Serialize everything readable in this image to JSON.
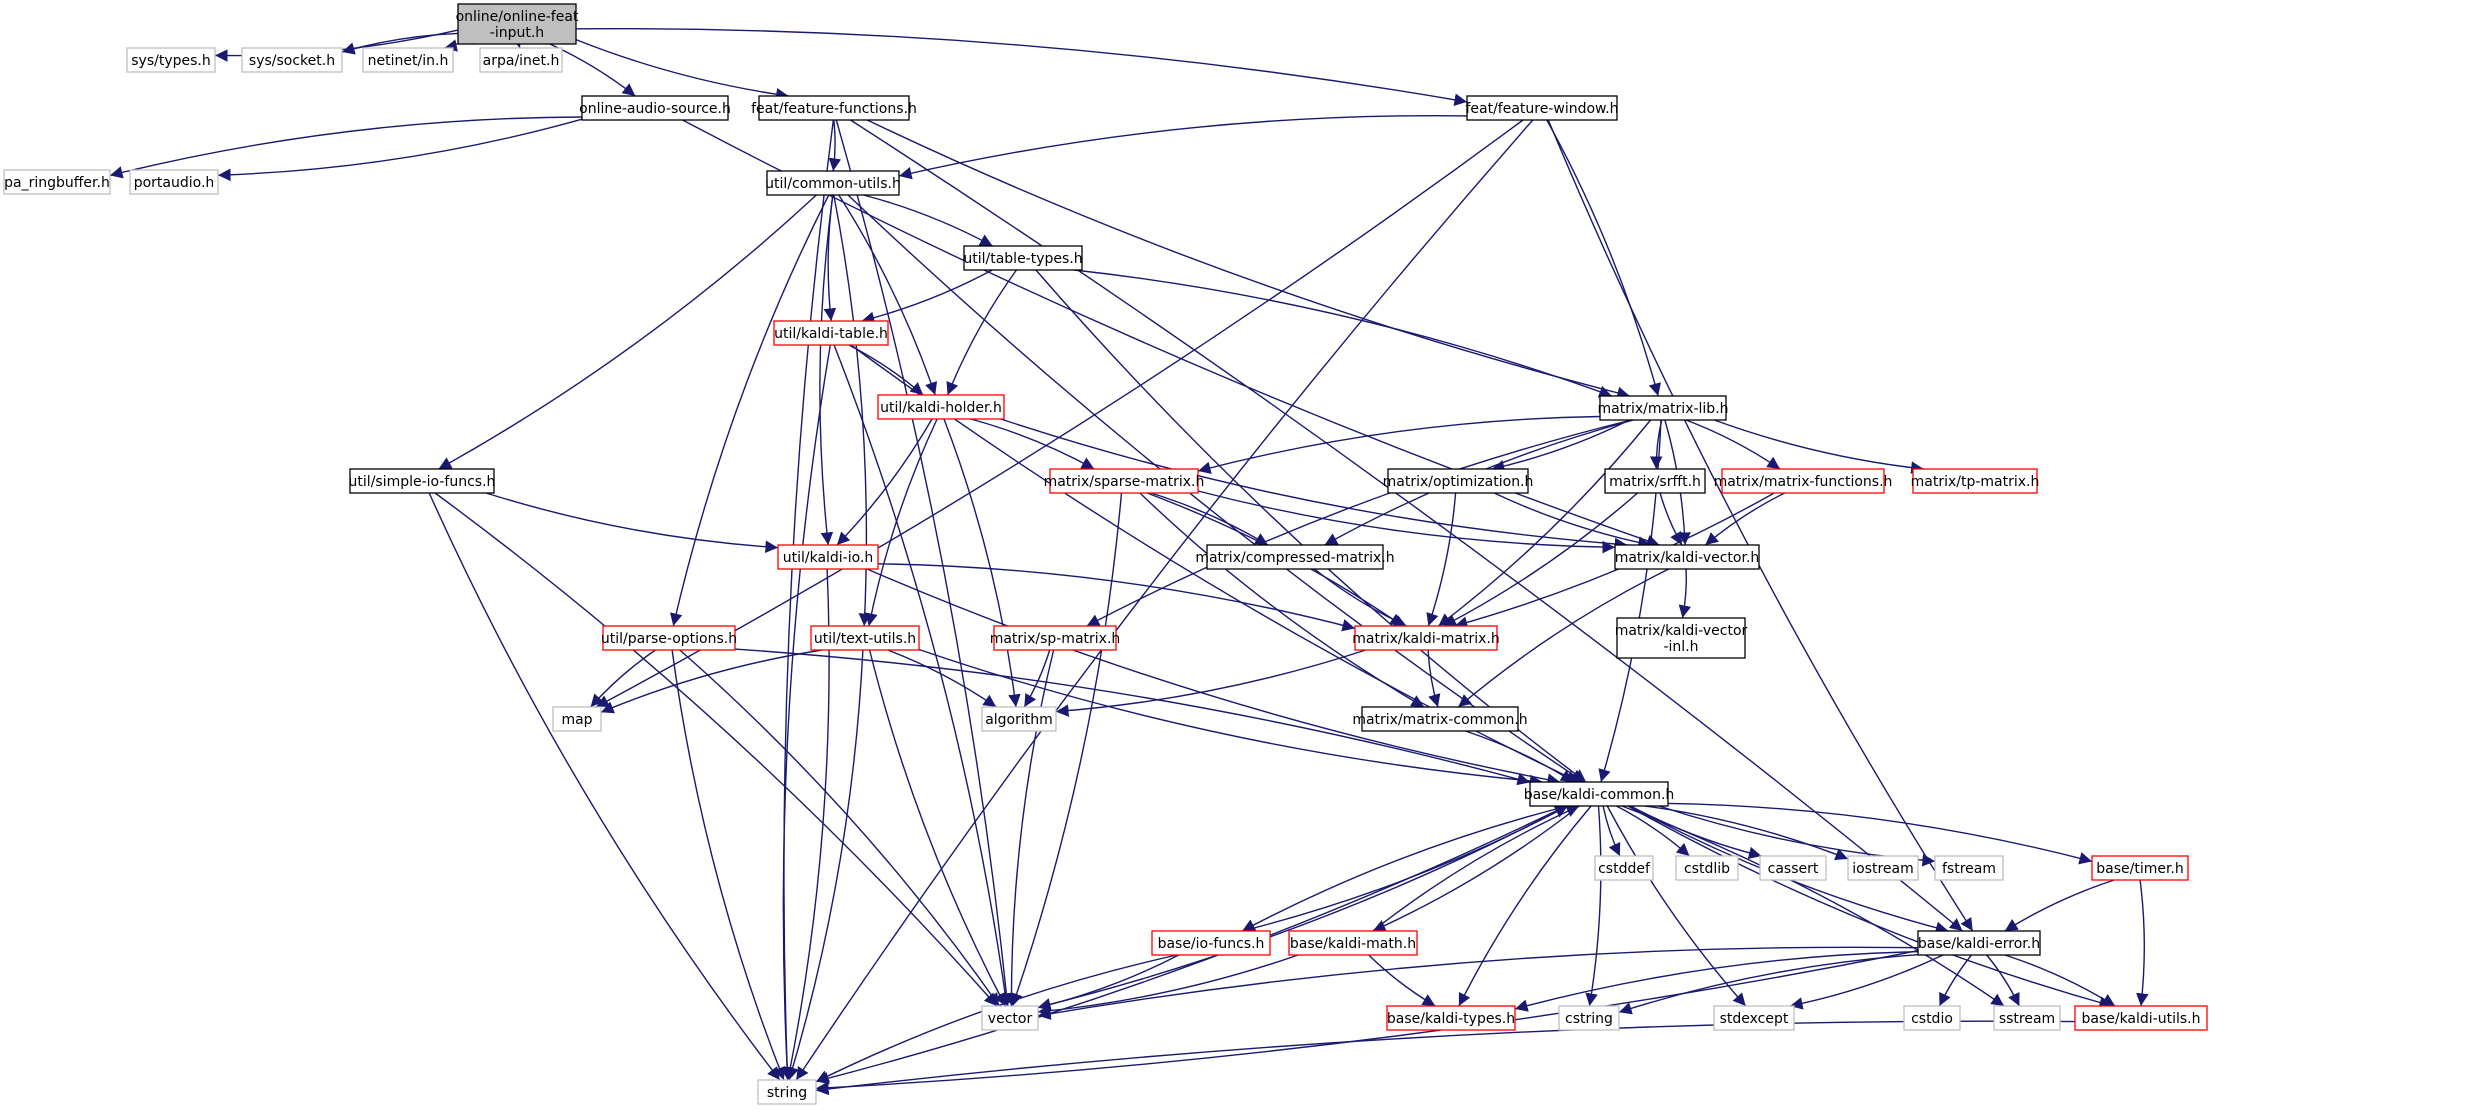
{
  "nodes": [
    {
      "id": "root",
      "label": "online/online-feat\n-input.h",
      "style": "root"
    },
    {
      "id": "sys_types",
      "label": "sys/types.h",
      "style": "missing"
    },
    {
      "id": "sys_socket",
      "label": "sys/socket.h",
      "style": "missing"
    },
    {
      "id": "netinet_in",
      "label": "netinet/in.h",
      "style": "missing"
    },
    {
      "id": "arpa_inet",
      "label": "arpa/inet.h",
      "style": "missing"
    },
    {
      "id": "online_audio",
      "label": "online-audio-source.h",
      "style": "normal"
    },
    {
      "id": "feat_functions",
      "label": "feat/feature-functions.h",
      "style": "normal"
    },
    {
      "id": "feat_window",
      "label": "feat/feature-window.h",
      "style": "normal"
    },
    {
      "id": "pa_ringbuffer",
      "label": "pa_ringbuffer.h",
      "style": "missing"
    },
    {
      "id": "portaudio",
      "label": "portaudio.h",
      "style": "missing"
    },
    {
      "id": "common_utils",
      "label": "util/common-utils.h",
      "style": "normal"
    },
    {
      "id": "table_types",
      "label": "util/table-types.h",
      "style": "normal"
    },
    {
      "id": "kaldi_table",
      "label": "util/kaldi-table.h",
      "style": "truncated"
    },
    {
      "id": "kaldi_holder",
      "label": "util/kaldi-holder.h",
      "style": "truncated"
    },
    {
      "id": "matrix_lib",
      "label": "matrix/matrix-lib.h",
      "style": "normal"
    },
    {
      "id": "simple_io",
      "label": "util/simple-io-funcs.h",
      "style": "normal"
    },
    {
      "id": "sparse_matrix",
      "label": "matrix/sparse-matrix.h",
      "style": "truncated"
    },
    {
      "id": "optimization",
      "label": "matrix/optimization.h",
      "style": "normal"
    },
    {
      "id": "srfft",
      "label": "matrix/srfft.h",
      "style": "normal"
    },
    {
      "id": "matrix_functions",
      "label": "matrix/matrix-functions.h",
      "style": "truncated"
    },
    {
      "id": "tp_matrix",
      "label": "matrix/tp-matrix.h",
      "style": "truncated"
    },
    {
      "id": "kaldi_io",
      "label": "util/kaldi-io.h",
      "style": "truncated"
    },
    {
      "id": "compressed_matrix",
      "label": "matrix/compressed-matrix.h",
      "style": "normal"
    },
    {
      "id": "kaldi_vector",
      "label": "matrix/kaldi-vector.h",
      "style": "normal"
    },
    {
      "id": "parse_options",
      "label": "util/parse-options.h",
      "style": "truncated"
    },
    {
      "id": "text_utils",
      "label": "util/text-utils.h",
      "style": "truncated"
    },
    {
      "id": "sp_matrix",
      "label": "matrix/sp-matrix.h",
      "style": "truncated"
    },
    {
      "id": "kaldi_matrix",
      "label": "matrix/kaldi-matrix.h",
      "style": "truncated"
    },
    {
      "id": "kaldi_vector_inl",
      "label": "matrix/kaldi-vector\n-inl.h",
      "style": "normal"
    },
    {
      "id": "map",
      "label": "map",
      "style": "missing"
    },
    {
      "id": "algorithm",
      "label": "algorithm",
      "style": "missing"
    },
    {
      "id": "matrix_common",
      "label": "matrix/matrix-common.h",
      "style": "normal"
    },
    {
      "id": "kaldi_common",
      "label": "base/kaldi-common.h",
      "style": "normal"
    },
    {
      "id": "cstddef",
      "label": "cstddef",
      "style": "missing"
    },
    {
      "id": "cstdlib",
      "label": "cstdlib",
      "style": "missing"
    },
    {
      "id": "cassert",
      "label": "cassert",
      "style": "missing"
    },
    {
      "id": "iostream",
      "label": "iostream",
      "style": "missing"
    },
    {
      "id": "fstream",
      "label": "fstream",
      "style": "missing"
    },
    {
      "id": "timer",
      "label": "base/timer.h",
      "style": "truncated"
    },
    {
      "id": "io_funcs",
      "label": "base/io-funcs.h",
      "style": "truncated"
    },
    {
      "id": "kaldi_math",
      "label": "base/kaldi-math.h",
      "style": "truncated"
    },
    {
      "id": "kaldi_error",
      "label": "base/kaldi-error.h",
      "style": "normal"
    },
    {
      "id": "vector",
      "label": "vector",
      "style": "missing"
    },
    {
      "id": "kaldi_types",
      "label": "base/kaldi-types.h",
      "style": "truncated"
    },
    {
      "id": "cstring",
      "label": "cstring",
      "style": "missing"
    },
    {
      "id": "stdexcept",
      "label": "stdexcept",
      "style": "missing"
    },
    {
      "id": "cstdio",
      "label": "cstdio",
      "style": "missing"
    },
    {
      "id": "sstream",
      "label": "sstream",
      "style": "missing"
    },
    {
      "id": "kaldi_utils",
      "label": "base/kaldi-utils.h",
      "style": "truncated"
    },
    {
      "id": "string",
      "label": "string",
      "style": "missing"
    }
  ],
  "edges": [
    [
      "root",
      "sys_types"
    ],
    [
      "root",
      "sys_socket"
    ],
    [
      "root",
      "netinet_in"
    ],
    [
      "root",
      "arpa_inet"
    ],
    [
      "root",
      "online_audio"
    ],
    [
      "root",
      "feat_functions"
    ],
    [
      "root",
      "feat_window"
    ],
    [
      "online_audio",
      "pa_ringbuffer"
    ],
    [
      "online_audio",
      "portaudio"
    ],
    [
      "online_audio",
      "kaldi_vector"
    ],
    [
      "feat_functions",
      "common_utils"
    ],
    [
      "feat_functions",
      "matrix_lib"
    ],
    [
      "feat_functions",
      "kaldi_error"
    ],
    [
      "feat_functions",
      "string"
    ],
    [
      "feat_functions",
      "vector"
    ],
    [
      "feat_window",
      "common_utils"
    ],
    [
      "feat_window",
      "matrix_lib"
    ],
    [
      "feat_window",
      "kaldi_error"
    ],
    [
      "feat_window",
      "map"
    ],
    [
      "feat_window",
      "string"
    ],
    [
      "common_utils",
      "table_types"
    ],
    [
      "common_utils",
      "kaldi_table"
    ],
    [
      "common_utils",
      "kaldi_holder"
    ],
    [
      "common_utils",
      "kaldi_io"
    ],
    [
      "common_utils",
      "simple_io"
    ],
    [
      "common_utils",
      "parse_options"
    ],
    [
      "common_utils",
      "text_utils"
    ],
    [
      "common_utils",
      "kaldi_common"
    ],
    [
      "table_types",
      "kaldi_table"
    ],
    [
      "table_types",
      "kaldi_holder"
    ],
    [
      "table_types",
      "matrix_lib"
    ],
    [
      "table_types",
      "kaldi_common"
    ],
    [
      "kaldi_table",
      "kaldi_holder"
    ],
    [
      "kaldi_table",
      "kaldi_common"
    ],
    [
      "kaldi_table",
      "vector"
    ],
    [
      "kaldi_table",
      "string"
    ],
    [
      "kaldi_holder",
      "kaldi_io"
    ],
    [
      "kaldi_holder",
      "text_utils"
    ],
    [
      "kaldi_holder",
      "sparse_matrix"
    ],
    [
      "kaldi_holder",
      "kaldi_vector"
    ],
    [
      "kaldi_holder",
      "algorithm"
    ],
    [
      "matrix_lib",
      "sparse_matrix"
    ],
    [
      "matrix_lib",
      "optimization"
    ],
    [
      "matrix_lib",
      "srfft"
    ],
    [
      "matrix_lib",
      "matrix_functions"
    ],
    [
      "matrix_lib",
      "tp_matrix"
    ],
    [
      "matrix_lib",
      "kaldi_vector"
    ],
    [
      "matrix_lib",
      "compressed_matrix"
    ],
    [
      "matrix_lib",
      "kaldi_matrix"
    ],
    [
      "matrix_lib",
      "sp_matrix"
    ],
    [
      "matrix_lib",
      "kaldi_common"
    ],
    [
      "simple_io",
      "kaldi_io"
    ],
    [
      "simple_io",
      "vector"
    ],
    [
      "simple_io",
      "string"
    ],
    [
      "sparse_matrix",
      "compressed_matrix"
    ],
    [
      "sparse_matrix",
      "kaldi_vector"
    ],
    [
      "sparse_matrix",
      "kaldi_matrix"
    ],
    [
      "sparse_matrix",
      "matrix_common"
    ],
    [
      "sparse_matrix",
      "vector"
    ],
    [
      "optimization",
      "kaldi_vector"
    ],
    [
      "optimization",
      "kaldi_matrix"
    ],
    [
      "srfft",
      "kaldi_vector"
    ],
    [
      "srfft",
      "kaldi_matrix"
    ],
    [
      "matrix_functions",
      "kaldi_vector"
    ],
    [
      "matrix_functions",
      "kaldi_matrix"
    ],
    [
      "compressed_matrix",
      "kaldi_matrix"
    ],
    [
      "kaldi_vector",
      "kaldi_vector_inl"
    ],
    [
      "kaldi_vector",
      "matrix_common"
    ],
    [
      "kaldi_io",
      "kaldi_matrix"
    ],
    [
      "kaldi_io",
      "kaldi_common"
    ],
    [
      "kaldi_io",
      "string"
    ],
    [
      "parse_options",
      "map"
    ],
    [
      "parse_options",
      "vector"
    ],
    [
      "parse_options",
      "string"
    ],
    [
      "parse_options",
      "kaldi_common"
    ],
    [
      "text_utils",
      "map"
    ],
    [
      "text_utils",
      "algorithm"
    ],
    [
      "text_utils",
      "vector"
    ],
    [
      "text_utils",
      "string"
    ],
    [
      "text_utils",
      "kaldi_common"
    ],
    [
      "sp_matrix",
      "algorithm"
    ],
    [
      "sp_matrix",
      "vector"
    ],
    [
      "kaldi_matrix",
      "algorithm"
    ],
    [
      "kaldi_matrix",
      "matrix_common"
    ],
    [
      "matrix_common",
      "kaldi_common"
    ],
    [
      "kaldi_common",
      "cstddef"
    ],
    [
      "kaldi_common",
      "cstdlib"
    ],
    [
      "kaldi_common",
      "cassert"
    ],
    [
      "kaldi_common",
      "iostream"
    ],
    [
      "kaldi_common",
      "fstream"
    ],
    [
      "kaldi_common",
      "timer"
    ],
    [
      "kaldi_common",
      "io_funcs"
    ],
    [
      "kaldi_common",
      "kaldi_math"
    ],
    [
      "kaldi_common",
      "kaldi_error"
    ],
    [
      "kaldi_common",
      "vector"
    ],
    [
      "kaldi_common",
      "kaldi_types"
    ],
    [
      "kaldi_common",
      "cstring"
    ],
    [
      "kaldi_common",
      "stdexcept"
    ],
    [
      "kaldi_common",
      "sstream"
    ],
    [
      "kaldi_common",
      "kaldi_utils"
    ],
    [
      "kaldi_common",
      "string"
    ],
    [
      "timer",
      "kaldi_error"
    ],
    [
      "timer",
      "kaldi_utils"
    ],
    [
      "io_funcs",
      "kaldi_common"
    ],
    [
      "io_funcs",
      "vector"
    ],
    [
      "io_funcs",
      "string"
    ],
    [
      "kaldi_math",
      "kaldi_common"
    ],
    [
      "kaldi_math",
      "kaldi_types"
    ],
    [
      "kaldi_math",
      "vector"
    ],
    [
      "kaldi_error",
      "kaldi_types"
    ],
    [
      "kaldi_error",
      "kaldi_utils"
    ],
    [
      "kaldi_error",
      "cstring"
    ],
    [
      "kaldi_error",
      "stdexcept"
    ],
    [
      "kaldi_error",
      "cstdio"
    ],
    [
      "kaldi_error",
      "sstream"
    ],
    [
      "kaldi_error",
      "vector"
    ],
    [
      "kaldi_error",
      "string"
    ],
    [
      "kaldi_utils",
      "string"
    ]
  ],
  "colors": {
    "edge": "#191970",
    "root_fill": "#bfbfbf",
    "normal_border": "#000000",
    "truncated_border": "#ff0000",
    "missing_border": "#bfbfbf"
  }
}
